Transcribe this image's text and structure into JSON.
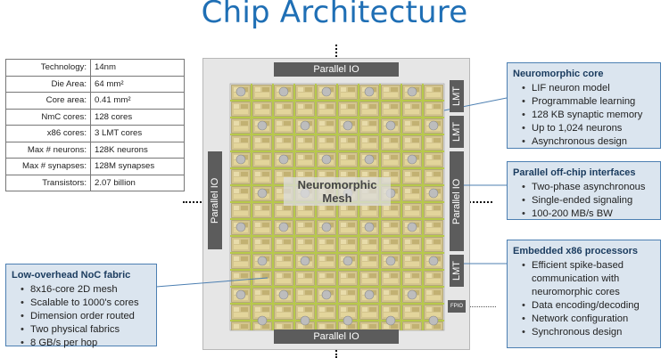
{
  "title": "Chip Architecture",
  "specs": [
    {
      "label": "Technology:",
      "value": "14nm"
    },
    {
      "label": "Die Area:",
      "value": "64 mm²"
    },
    {
      "label": "Core area:",
      "value": "0.41 mm²"
    },
    {
      "label": "NmC cores:",
      "value": "128 cores"
    },
    {
      "label": "x86 cores:",
      "value": "3 LMT cores"
    },
    {
      "label": "Max # neurons:",
      "value": "128K neurons"
    },
    {
      "label": "Max # synapses:",
      "value": "128M synapses"
    },
    {
      "label": "Transistors:",
      "value": "2.07 billion"
    }
  ],
  "chip": {
    "parallel_io_top": "Parallel IO",
    "parallel_io_bottom": "Parallel IO",
    "parallel_io_left": "Parallel IO",
    "parallel_io_right": "Parallel IO",
    "lmt_1": "LMT",
    "lmt_2": "LMT",
    "lmt_3": "LMT",
    "fpio": "FPIO",
    "mesh_label": "Neuromorphic Mesh"
  },
  "callouts": {
    "neuromorphic_core": {
      "heading": "Neuromorphic core",
      "items": [
        "LIF neuron model",
        "Programmable learning",
        "128 KB synaptic memory",
        "Up to 1,024 neurons",
        "Asynchronous design"
      ]
    },
    "offchip": {
      "heading": "Parallel off-chip interfaces",
      "items": [
        "Two-phase asynchronous",
        "Single-ended signaling",
        "100-200 MB/s BW"
      ]
    },
    "x86": {
      "heading": "Embedded x86 processors",
      "items": [
        "Efficient spike-based communication with neuromorphic cores",
        "Data encoding/decoding",
        "Network configuration",
        "Synchronous design"
      ]
    },
    "noc": {
      "heading": "Low-overhead NoC fabric",
      "items": [
        "8x16-core 2D mesh",
        "Scalable to 1000's cores",
        "Dimension order routed",
        "Two physical fabrics",
        "8 GB/s per hop"
      ]
    }
  },
  "colors": {
    "title": "#1f6fb5",
    "callout_bg": "#dbe5ef",
    "callout_border": "#4c7fb2",
    "io_block": "#5c5c5c",
    "mesh_line_green": "#b7c94a",
    "core_tile": "#cfc088",
    "router_node": "#bdbdbd"
  }
}
